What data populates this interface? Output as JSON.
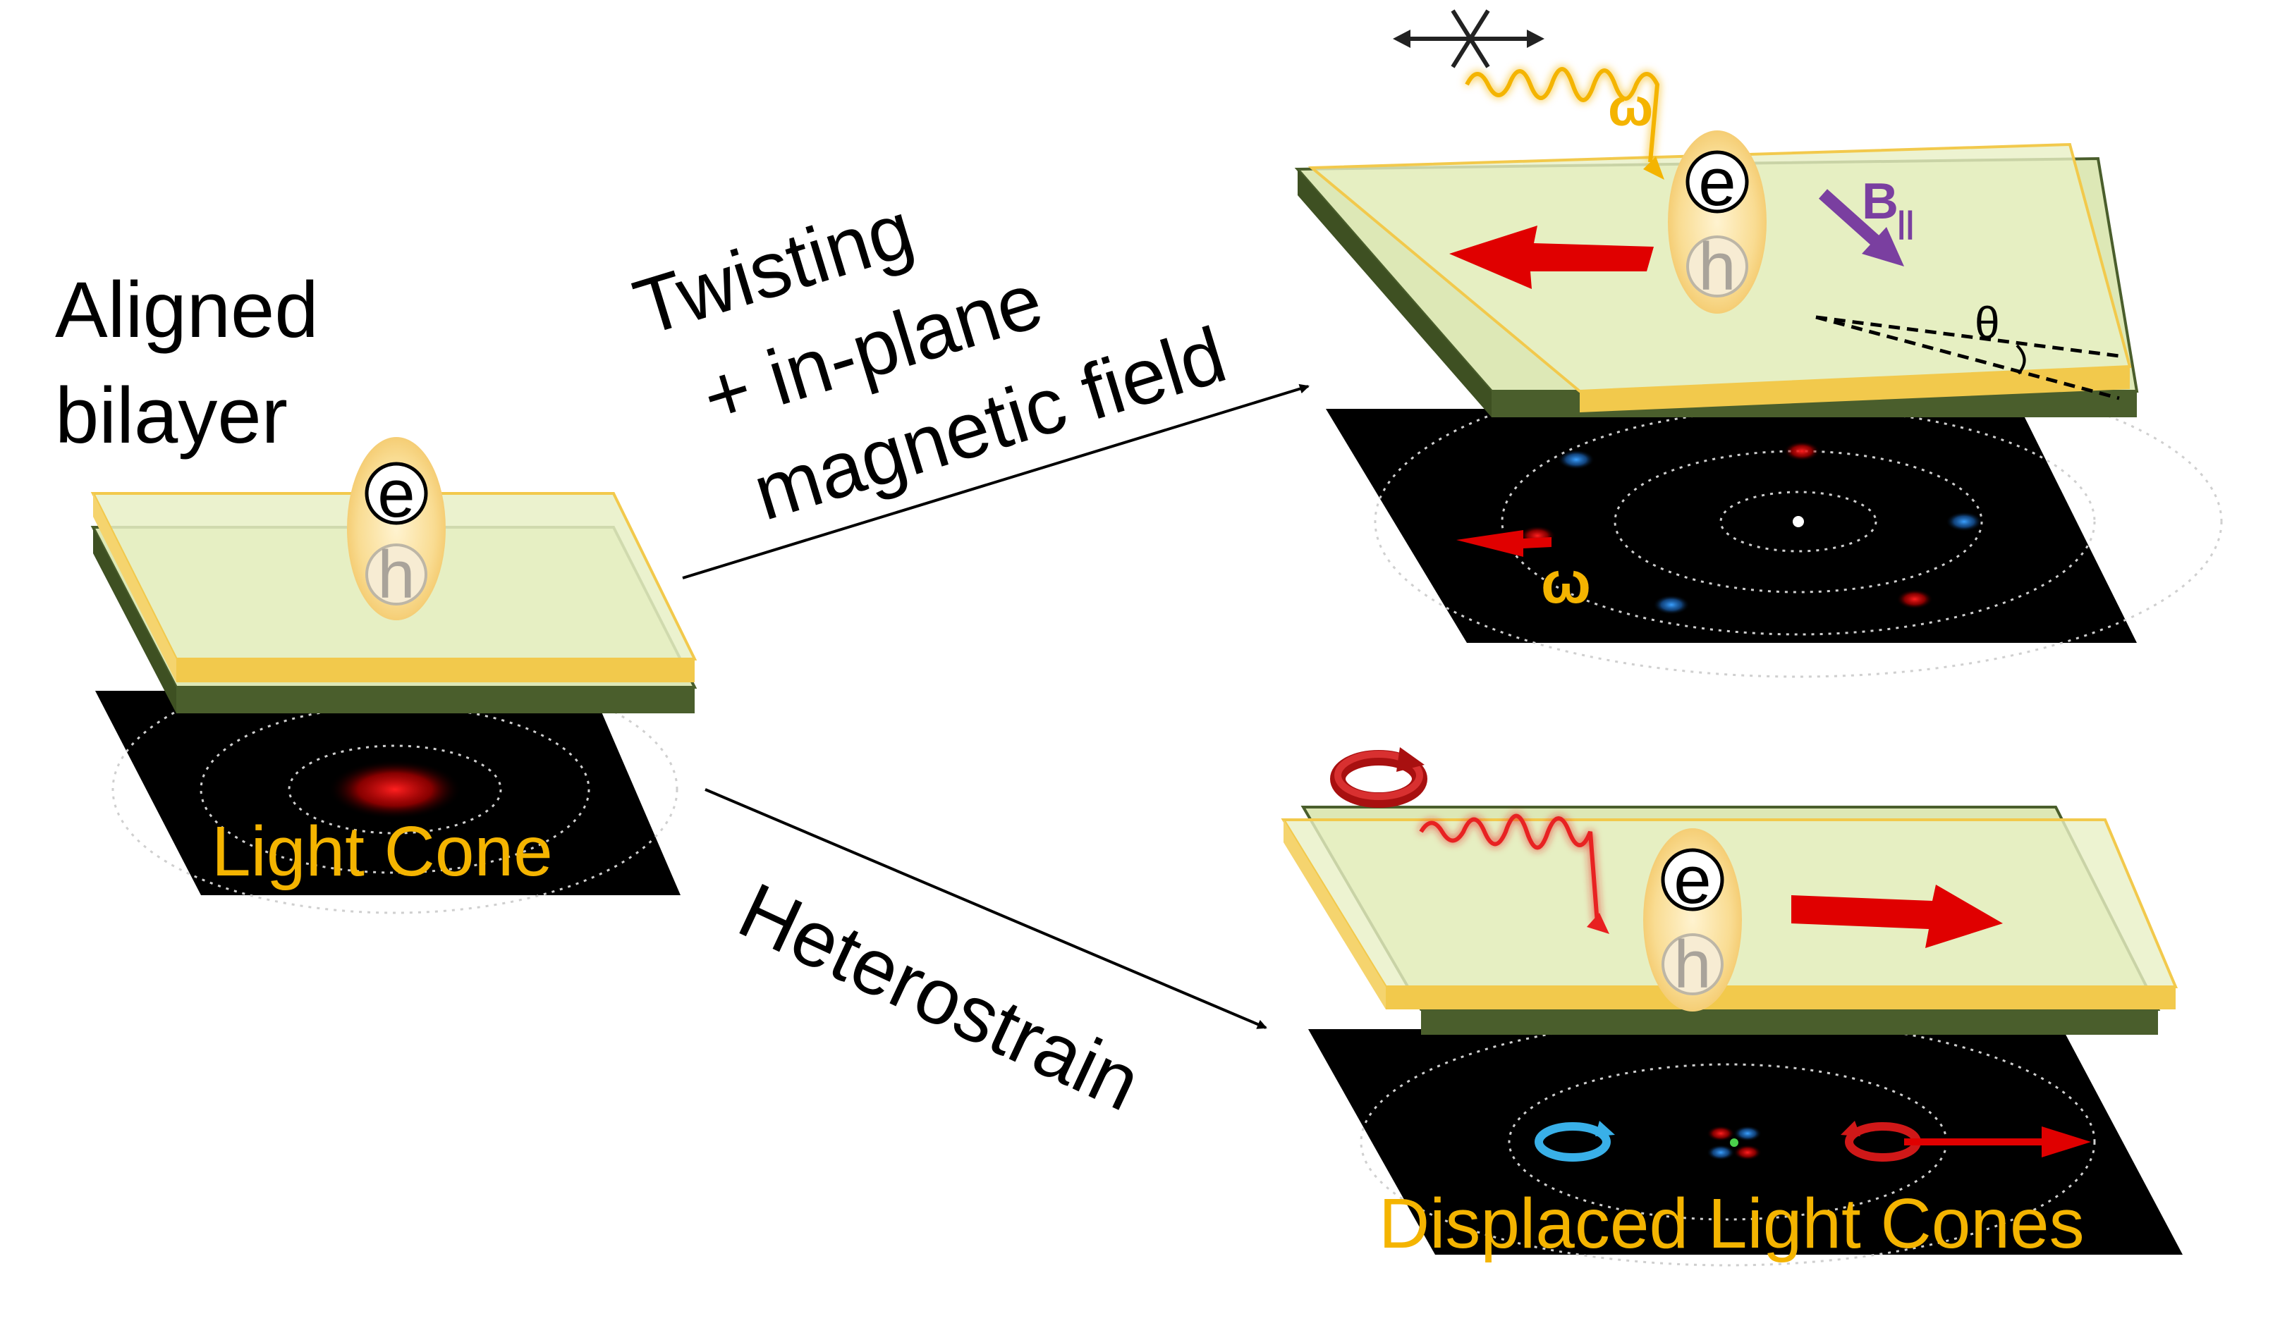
{
  "labels": {
    "aligned_line1": "Aligned",
    "aligned_line2": "bilayer",
    "twist_line1": "Twisting",
    "twist_line2": "+ in-plane",
    "twist_line3": "magnetic field",
    "heterostrain": "Heterostrain",
    "light_cone": "Light Cone",
    "displaced_light_cones": "Displaced Light Cones",
    "electron": "e",
    "hole": "h",
    "omega": "ω",
    "b_field": "B",
    "b_field_subscript": "||",
    "theta": "θ"
  },
  "colors": {
    "layer_top_fill": "#e6efc4",
    "layer_yellow_edge": "#f2c94c",
    "layer_green_edge": "#4a5e2c",
    "momentum_plane": "#000000",
    "light_cone_text": "#f4b400",
    "exciton_capsule": "#f8d98a",
    "hot_spot": "#e00000",
    "cold_spot": "#2a8ad6",
    "arrow_red": "#e00000",
    "b_field_purple": "#7a3fa0",
    "photon_yellow": "#f4b400",
    "photon_red": "#e82020"
  }
}
